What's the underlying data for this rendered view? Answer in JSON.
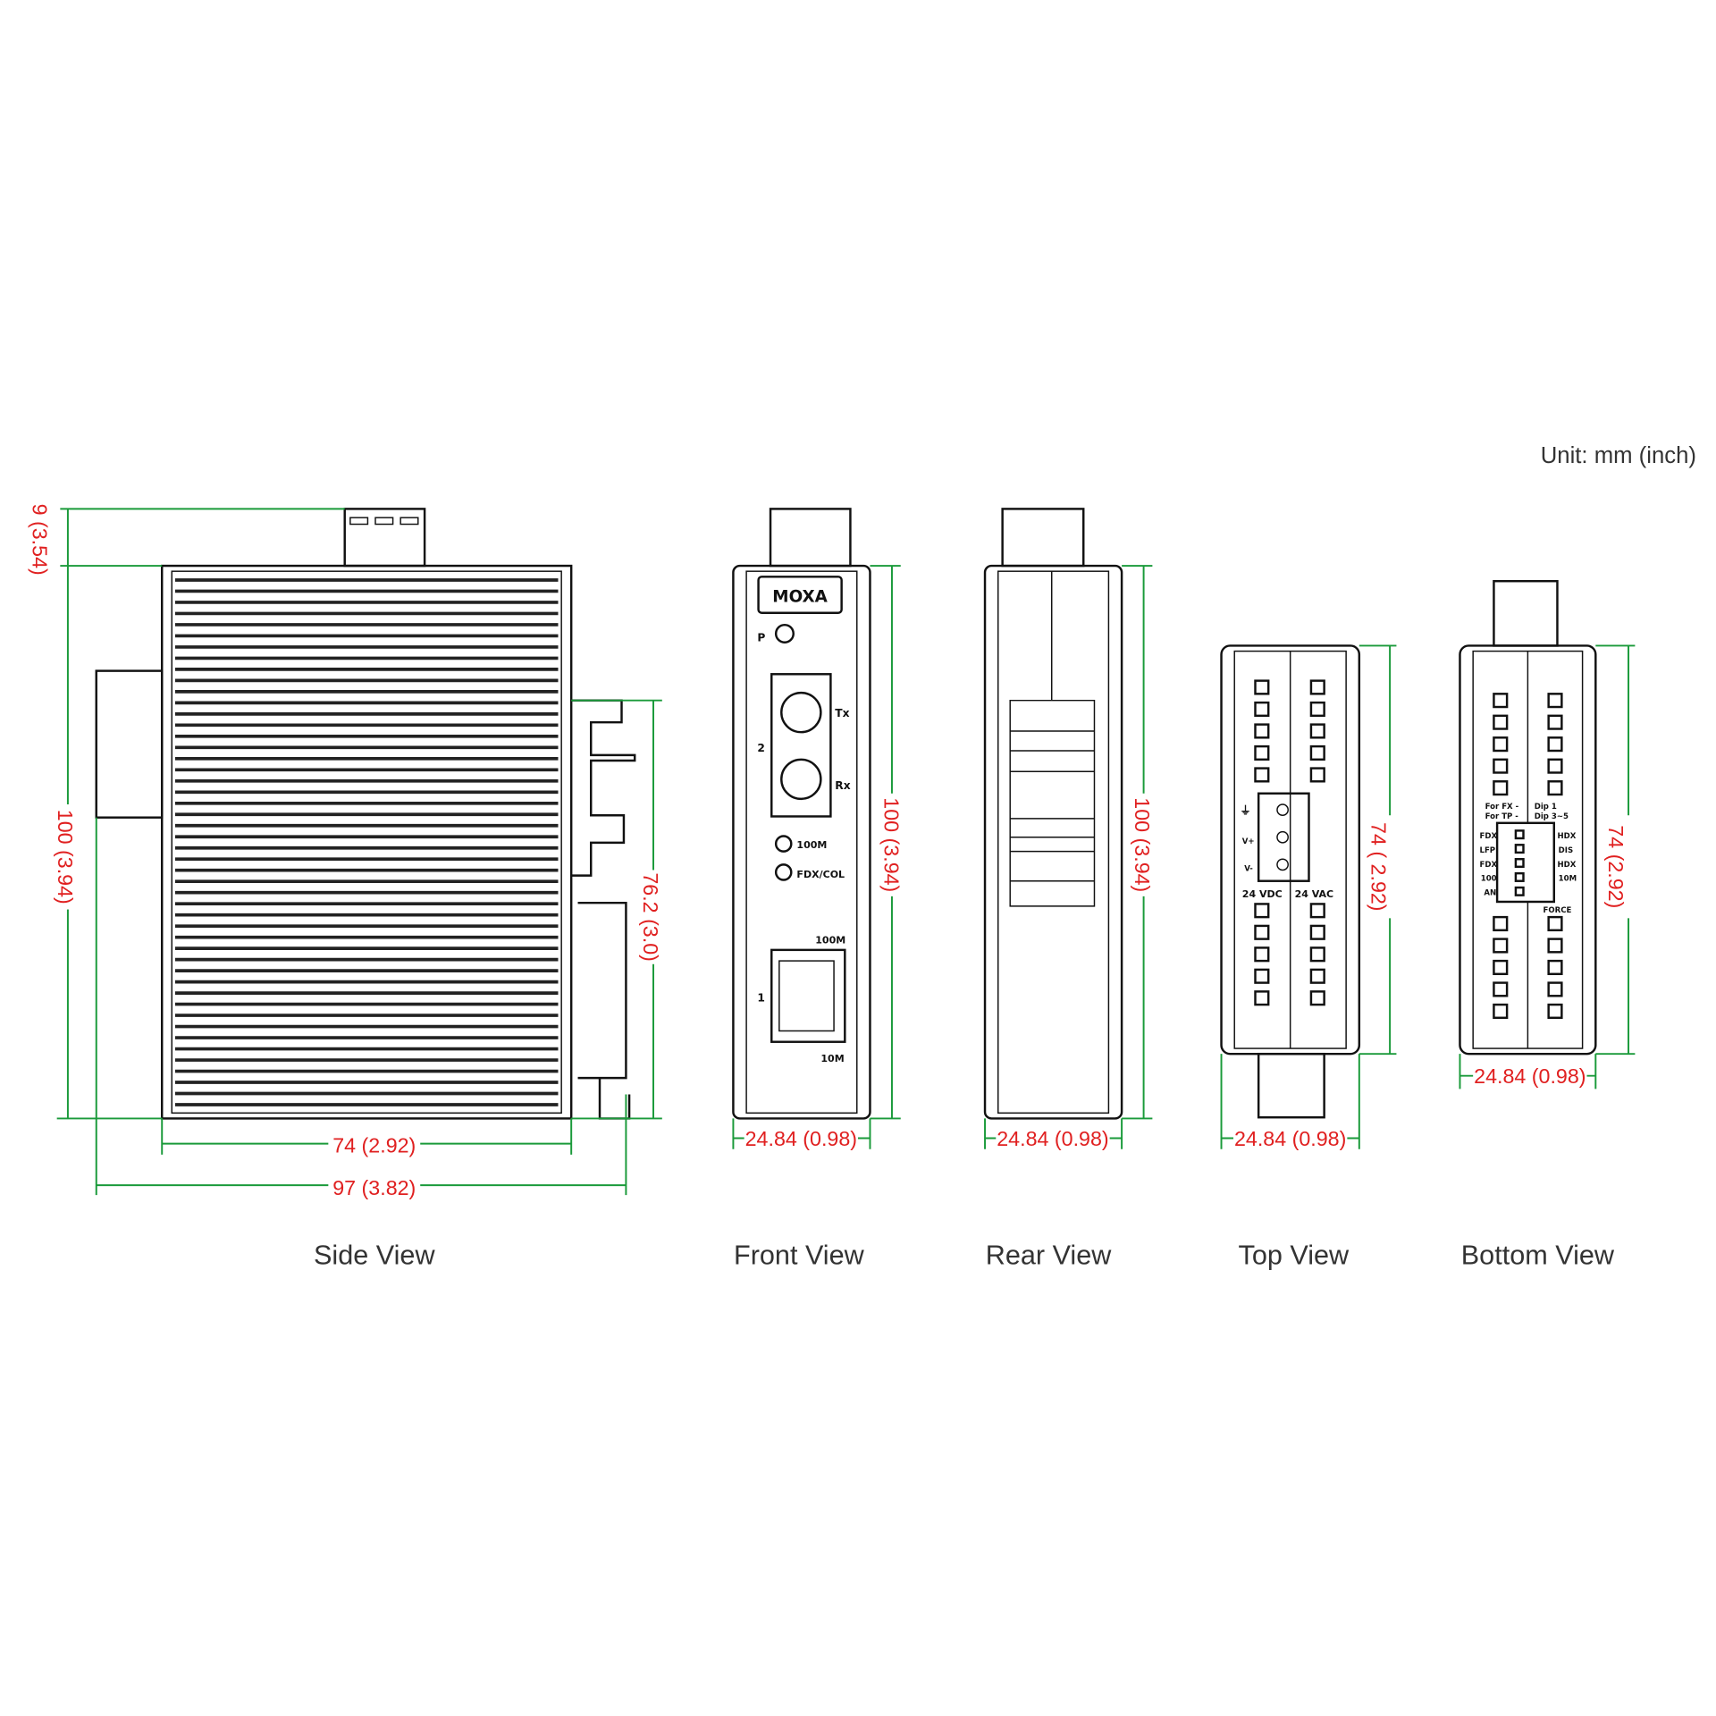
{
  "unit_label": "Unit: mm (inch)",
  "colors": {
    "dimension_line": "#1a9a3a",
    "dimension_text": "#e02020",
    "outline": "#111111"
  },
  "views": {
    "side": {
      "caption": "Side View",
      "dims": {
        "top_height": "9 (3.54)",
        "height": "100 (3.94)",
        "din_rail": "76.2 (3.0)",
        "depth": "74 (2.92)",
        "total_depth": "97 (3.82)"
      }
    },
    "front": {
      "caption": "Front View",
      "dims": {
        "height": "100 (3.94)",
        "width": "24.84 (0.98)"
      },
      "labels": {
        "logo": "MOXA",
        "power": "P",
        "port2": "2",
        "tx": "Tx",
        "rx": "Rx",
        "led_100m": "100M",
        "led_fdx": "FDX/COL",
        "rj45_100m": "100M",
        "port1": "1",
        "rj45_10m": "10M"
      }
    },
    "rear": {
      "caption": "Rear View",
      "dims": {
        "height": "100 (3.94)",
        "width": "24.84 (0.98)"
      }
    },
    "top": {
      "caption": "Top View",
      "dims": {
        "height": "74 ( 2.92)",
        "width": "24.84 (0.98)"
      },
      "labels": {
        "v_plus": "V+",
        "v_minus": "V-",
        "vdc": "24 VDC",
        "vac": "24 VAC"
      }
    },
    "bottom": {
      "caption": "Bottom View",
      "dims": {
        "height": "74 (2.92)",
        "width": "24.84 (0.98)"
      },
      "labels": {
        "for_fx": "For FX -",
        "for_tp": "For TP -",
        "dip1": "Dip 1",
        "dip35": "Dip 3~5",
        "left": [
          "FDX",
          "LFP",
          "FDX",
          "100",
          "AN"
        ],
        "right": [
          "HDX",
          "DIS",
          "HDX",
          "10M"
        ],
        "force": "FORCE"
      }
    }
  }
}
